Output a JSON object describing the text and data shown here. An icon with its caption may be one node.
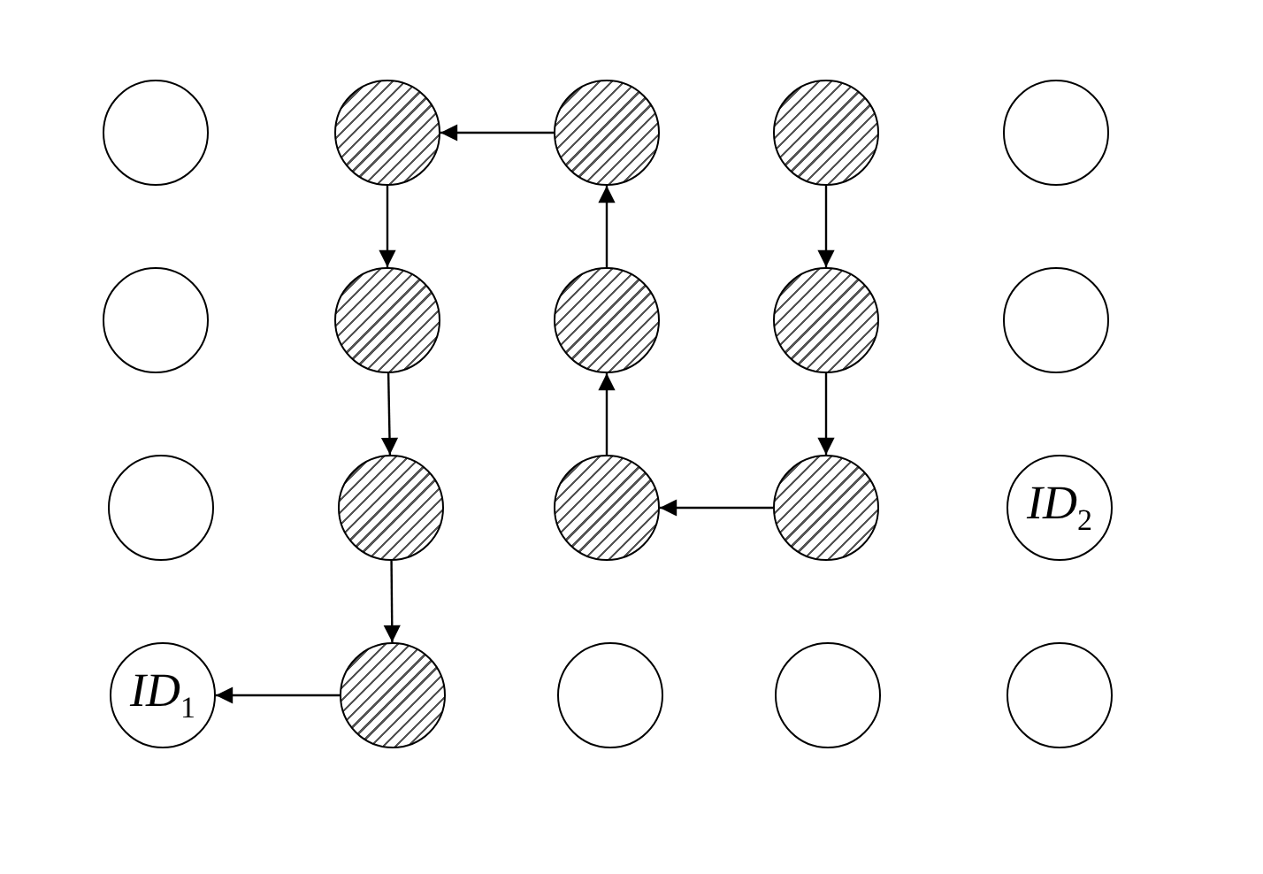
{
  "diagram": {
    "nodes": [
      {
        "text": [],
        "shape": "circle"
      },
      {
        "text": [],
        "shape": "hatched-circle"
      },
      {
        "text": [],
        "shape": "hatched-circle"
      },
      {
        "text": [],
        "shape": "hatched-circle"
      },
      {
        "text": [],
        "shape": "circle"
      },
      {
        "text": [],
        "shape": "circle"
      },
      {
        "text": [],
        "shape": "hatched-circle"
      },
      {
        "text": [],
        "shape": "hatched-circle"
      },
      {
        "text": [],
        "shape": "hatched-circle"
      },
      {
        "text": [],
        "shape": "circle"
      },
      {
        "text": [],
        "shape": "circle"
      },
      {
        "text": [],
        "shape": "hatched-circle"
      },
      {
        "text": [],
        "shape": "hatched-circle"
      },
      {
        "text": [],
        "shape": "hatched-circle"
      },
      {
        "text": [
          "*ID*$_{2}$"
        ]
      },
      {
        "text": [
          "*ID*$_{1}$"
        ]
      },
      {
        "text": [],
        "shape": "hatched-circle"
      },
      {
        "text": [],
        "shape": "circle"
      },
      {
        "text": [],
        "shape": "circle"
      },
      {
        "text": [],
        "shape": "circle"
      }
    ],
    "edges": [
      {
        "from": 3,
        "to": 8,
        "arrow": "to"
      },
      {
        "from": 8,
        "to": 13,
        "arrow": "to"
      },
      {
        "from": 13,
        "to": 12,
        "arrow": "to"
      },
      {
        "from": 12,
        "to": 7,
        "arrow": "to"
      },
      {
        "from": 7,
        "to": 2,
        "arrow": "to"
      },
      {
        "from": 2,
        "to": 1,
        "arrow": "to"
      },
      {
        "from": 1,
        "to": 6,
        "arrow": "to"
      },
      {
        "from": 6,
        "to": 11,
        "arrow": "to"
      },
      {
        "from": 11,
        "to": 16,
        "arrow": "to"
      },
      {
        "from": 16,
        "to": 15,
        "arrow": "to"
      }
    ]
  }
}
